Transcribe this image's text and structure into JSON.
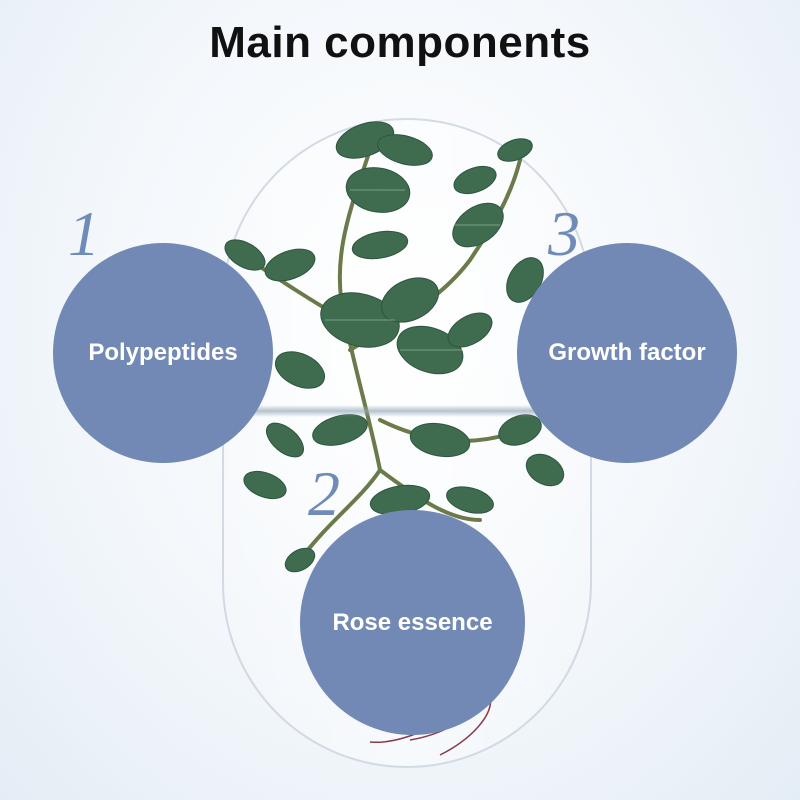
{
  "title": "Main components",
  "components": [
    {
      "number": "1",
      "label": "Polypeptides"
    },
    {
      "number": "2",
      "label": "Rose essence"
    },
    {
      "number": "3",
      "label": "Growth factor"
    }
  ],
  "colors": {
    "circle": "#7189b4",
    "number": "#6f8bb8",
    "leaf": "#3f6b4e",
    "title": "#111111"
  }
}
